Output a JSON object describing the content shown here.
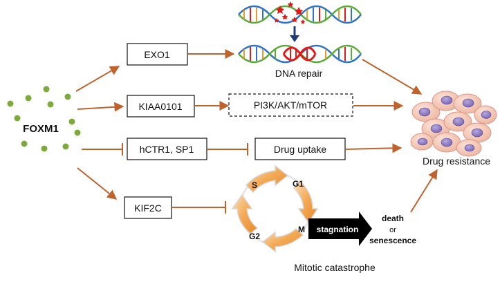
{
  "source": {
    "label": "FOXM1"
  },
  "targets": {
    "exo1": "EXO1",
    "kiaa0101": "KIAA0101",
    "hctr1_sp1": "hCTR1, SP1",
    "kif2c": "KIF2C"
  },
  "processes": {
    "dna_repair": "DNA repair",
    "pi3k_pathway": "PI3K/AKT/mTOR",
    "drug_uptake": "Drug uptake",
    "mitotic_catastrophe": "Mitotic catastrophe"
  },
  "cell_cycle": {
    "phases": {
      "g1": "G1",
      "s": "S",
      "g2": "G2",
      "m": "M"
    },
    "stagnation": "stagnation",
    "outcome_death": "death",
    "outcome_or": "or",
    "outcome_senescence": "senescence"
  },
  "outcome": {
    "label": "Drug resistance"
  },
  "colors": {
    "arrow": "#c0622b",
    "dna_blue": "#2e73c7",
    "dna_red": "#e01919",
    "dna_green": "#5aab3a",
    "dna_orange": "#e89a2a",
    "damage_arrow": "#1f3d7a",
    "foxm1_dots": "#7cab3c",
    "cycle_orange": "#f0a045",
    "cell_fill": "#f6cfc0",
    "nucleus": "#8d7cc0"
  }
}
